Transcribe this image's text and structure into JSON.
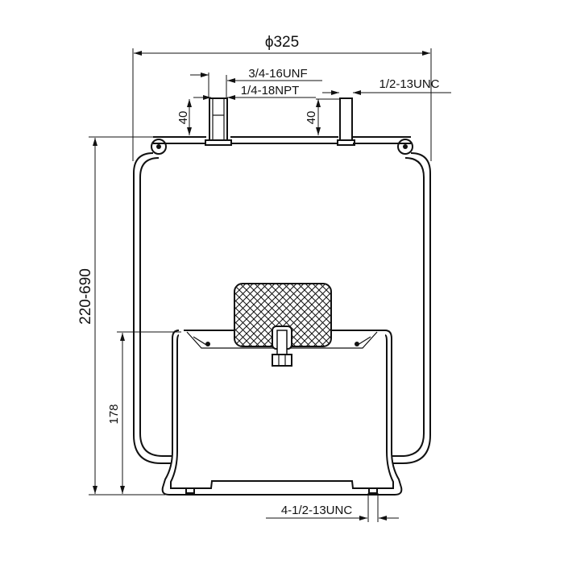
{
  "drawing": {
    "diameter_label": "ϕ325",
    "top_left_thread_label": "3/4-16UNF",
    "air_fitting_label": "1/4-18NPT",
    "top_right_thread_label": "1/2-13UNC",
    "left_stud_height_label": "40",
    "right_stud_height_label": "40",
    "height_range_label": "220-690",
    "piston_height_label": "178",
    "bottom_thread_label": "4-1/2-13UNC"
  },
  "colors": {
    "line": "#111111",
    "background": "#ffffff"
  }
}
